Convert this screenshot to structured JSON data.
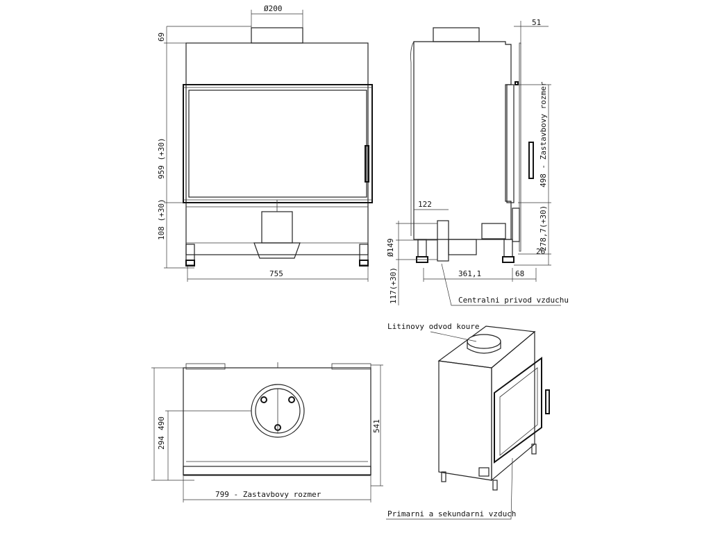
{
  "front_view": {
    "diameter_label": "Ø200",
    "top_offset": "69",
    "overall_height": "959 (+30)",
    "lower_height": "108 (+30)",
    "width": "755"
  },
  "side_view": {
    "depth_top": "51",
    "built_in_dim": "498 - Zastavbovy rozmer",
    "inlet_offset": "122",
    "inlet_diameter": "Ø149",
    "lower_height": "278,7(+30)",
    "foot_height": "26",
    "inlet_height": "117(+30)",
    "inlet_depth": "361,1",
    "back_depth": "68",
    "callout": "Centralni privod vzduchu"
  },
  "top_view": {
    "depth_total": "490",
    "flue_offset": "294",
    "depth_outer": "541",
    "width_built_in": "799 - Zastavbovy rozmer"
  },
  "iso_view": {
    "flue_label": "Litinovy odvod koure",
    "air_label": "Primarni a sekundarni vzduch"
  }
}
